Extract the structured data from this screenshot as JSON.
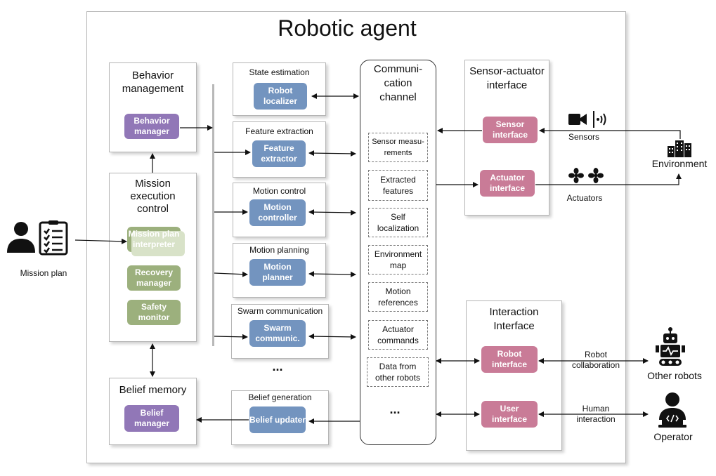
{
  "title": "Robotic agent",
  "behavior": {
    "title": "Behavior management",
    "chip": "Behavior manager"
  },
  "mission_exec": {
    "title": "Mission execution control",
    "chips": [
      "Mission plan interpreter",
      "Recovery manager",
      "Safety monitor"
    ]
  },
  "belief_memory": {
    "title": "Belief memory",
    "chip": "Belief manager"
  },
  "modules": [
    {
      "title": "State estimation",
      "chip": "Robot localizer"
    },
    {
      "title": "Feature extraction",
      "chip": "Feature extractor"
    },
    {
      "title": "Motion control",
      "chip": "Motion controller"
    },
    {
      "title": "Motion planning",
      "chip": "Motion planner"
    },
    {
      "title": "Swarm communication",
      "chip": "Swarm communic."
    }
  ],
  "modules_more": "...",
  "belief_gen": {
    "title": "Belief generation",
    "chip": "Belief updater"
  },
  "comm": {
    "title": "Communi- cation channel",
    "items": [
      "Sensor measu- rements",
      "Extracted features",
      "Self localization",
      "Environment map",
      "Motion references",
      "Actuator commands",
      "Data from other robots"
    ],
    "more": "..."
  },
  "sensor_actuator": {
    "title": "Sensor-actuator interface",
    "sensor_chip": "Sensor interface",
    "actuator_chip": "Actuator interface"
  },
  "interaction": {
    "title": "Interaction Interface",
    "robot_chip": "Robot interface",
    "user_chip": "User interface"
  },
  "external": {
    "mission_plan": "Mission plan",
    "sensors": "Sensors",
    "actuators": "Actuators",
    "environment": "Environment",
    "robot_collab": "Robot collaboration",
    "human_interaction": "Human interaction",
    "other_robots": "Other robots",
    "operator": "Operator"
  },
  "icons": [
    "person-icon",
    "checklist-icon",
    "camera-icon",
    "sound-wave-icon",
    "fan-icon",
    "buildings-icon",
    "robot-icon",
    "operator-laptop-icon"
  ],
  "colors": {
    "purple": "#9177b7",
    "blue": "#7394bf",
    "green": "#9cb07d",
    "pink": "#c97b97"
  }
}
